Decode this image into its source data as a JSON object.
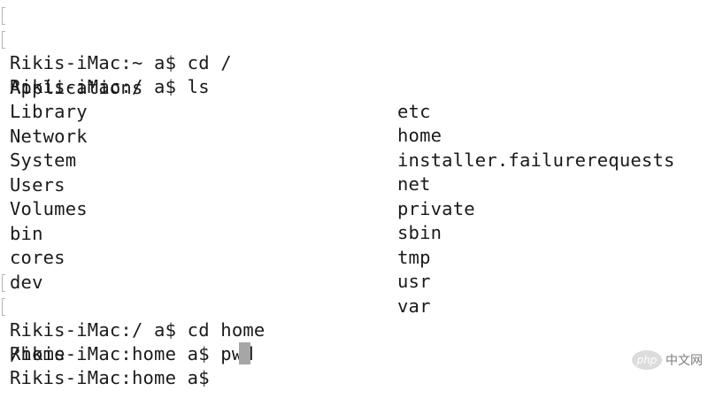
{
  "terminal": {
    "lines": [
      "Rikis-iMac:~ a$ cd /",
      "Rikis-iMac:/ a$ ls",
      "Rikis-iMac:/ a$ cd home",
      "Rikis-iMac:home a$ pwd",
      "/home",
      "Rikis-iMac:home a$ "
    ],
    "listing": {
      "left": [
        "Applications",
        "Library",
        "Network",
        "System",
        "Users",
        "Volumes",
        "bin",
        "cores",
        "dev"
      ],
      "right": [
        "etc",
        "home",
        "installer.failurerequests",
        "net",
        "private",
        "sbin",
        "tmp",
        "usr",
        "var"
      ]
    }
  },
  "watermark": {
    "logo_text": "php",
    "site_text": "中文网"
  },
  "colors": {
    "background": "#ffffff",
    "text": "#1a1a1a",
    "cursor": "#a6a6a6",
    "prompt_marker": "#b5b5b5"
  }
}
